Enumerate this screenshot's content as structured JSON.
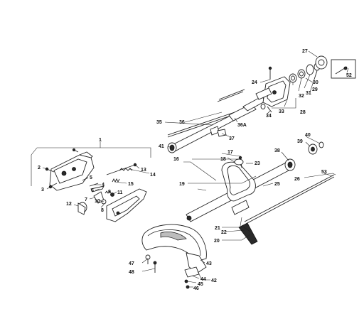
{
  "diagram": {
    "part_numbers": [
      "1",
      "2",
      "3",
      "4",
      "5",
      "6",
      "7",
      "8",
      "9",
      "10",
      "11",
      "12",
      "13",
      "14",
      "15",
      "16",
      "17",
      "18",
      "19",
      "20",
      "21",
      "22",
      "23",
      "24",
      "25",
      "26",
      "27",
      "28",
      "29",
      "30",
      "31",
      "32",
      "33",
      "34",
      "35",
      "36",
      "36A",
      "37",
      "38",
      "39",
      "40",
      "41",
      "42",
      "43",
      "44",
      "45",
      "46",
      "47",
      "48",
      "52",
      "53"
    ],
    "colors": {
      "line": "#222222",
      "fill": "#ffffff",
      "dark_part": "#2a2a2a",
      "grey_part": "#bdbdbd"
    }
  }
}
